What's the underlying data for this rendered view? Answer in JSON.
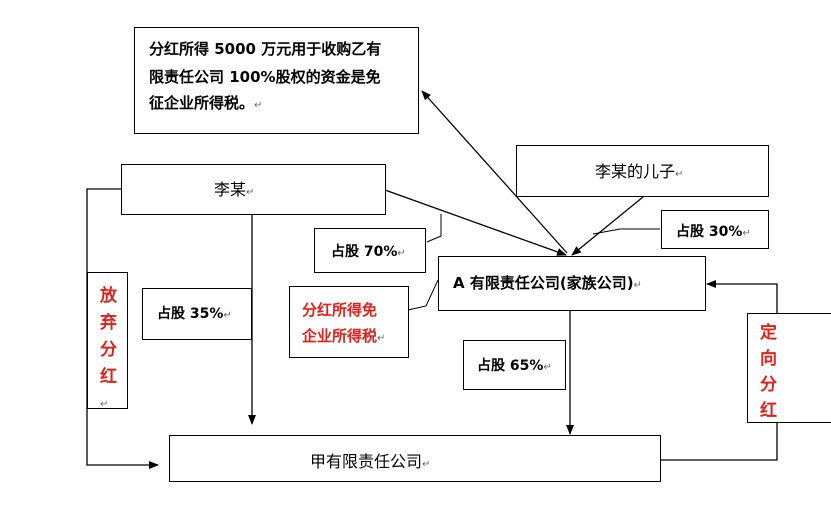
{
  "note_box": {
    "line1": "分红所得 5000 万元用于收购乙有",
    "line2": "限责任公司  100%股权的资金是免",
    "line3": "征企业所得税。"
  },
  "li_mou": "李某",
  "li_son": "李某的儿子",
  "a_company": "A 有限责任公司(家族公司)",
  "jia_company": "甲有限责任公司",
  "share_70": "占股 70%",
  "share_30": "占股 30%",
  "share_35": "占股 35%",
  "share_65": "占股 65%",
  "dividend_exempt": {
    "line1": "分红所得免",
    "line2": "企业所得税"
  },
  "waive_dividend": [
    "放",
    "弃",
    "分",
    "红"
  ],
  "directed_dividend": [
    "定",
    "向",
    "分",
    "红"
  ],
  "paragraph_mark": "↵",
  "colors": {
    "red": "#e0201b",
    "line": "#000000"
  }
}
